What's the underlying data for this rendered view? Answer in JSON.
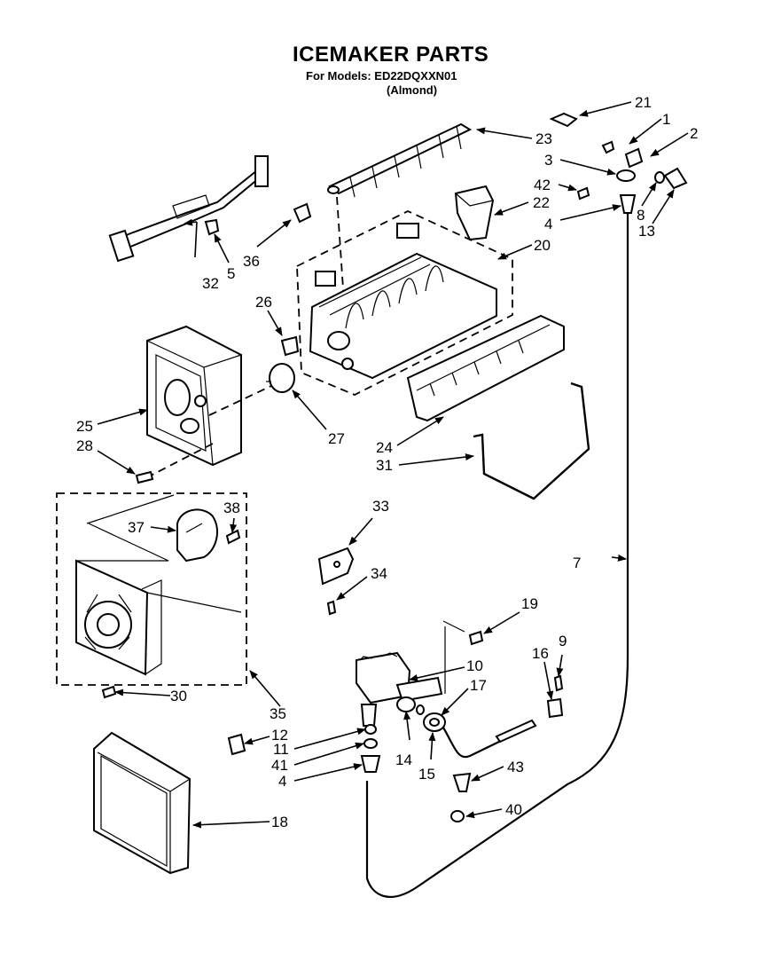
{
  "diagram": {
    "title": "ICEMAKER PARTS",
    "models_line": "For Models: ED22DQXXN01",
    "variant_line": "(Almond)",
    "callouts": [
      {
        "id": "c1",
        "text": "1"
      },
      {
        "id": "c2",
        "text": "2"
      },
      {
        "id": "c3",
        "text": "3"
      },
      {
        "id": "c4a",
        "text": "4"
      },
      {
        "id": "c4b",
        "text": "4"
      },
      {
        "id": "c5",
        "text": "5"
      },
      {
        "id": "c7",
        "text": "7"
      },
      {
        "id": "c8",
        "text": "8"
      },
      {
        "id": "c9",
        "text": "9"
      },
      {
        "id": "c10",
        "text": "10"
      },
      {
        "id": "c11",
        "text": "11"
      },
      {
        "id": "c12",
        "text": "12"
      },
      {
        "id": "c13",
        "text": "13"
      },
      {
        "id": "c14",
        "text": "14"
      },
      {
        "id": "c15",
        "text": "15"
      },
      {
        "id": "c16",
        "text": "16"
      },
      {
        "id": "c17",
        "text": "17"
      },
      {
        "id": "c18",
        "text": "18"
      },
      {
        "id": "c19",
        "text": "19"
      },
      {
        "id": "c20",
        "text": "20"
      },
      {
        "id": "c21",
        "text": "21"
      },
      {
        "id": "c22",
        "text": "22"
      },
      {
        "id": "c23",
        "text": "23"
      },
      {
        "id": "c24",
        "text": "24"
      },
      {
        "id": "c25",
        "text": "25"
      },
      {
        "id": "c26",
        "text": "26"
      },
      {
        "id": "c27",
        "text": "27"
      },
      {
        "id": "c28",
        "text": "28"
      },
      {
        "id": "c30",
        "text": "30"
      },
      {
        "id": "c31",
        "text": "31"
      },
      {
        "id": "c32",
        "text": "32"
      },
      {
        "id": "c33",
        "text": "33"
      },
      {
        "id": "c34",
        "text": "34"
      },
      {
        "id": "c35",
        "text": "35"
      },
      {
        "id": "c36",
        "text": "36"
      },
      {
        "id": "c37",
        "text": "37"
      },
      {
        "id": "c38",
        "text": "38"
      },
      {
        "id": "c40",
        "text": "40"
      },
      {
        "id": "c41",
        "text": "41"
      },
      {
        "id": "c42",
        "text": "42"
      },
      {
        "id": "c43",
        "text": "43"
      }
    ]
  }
}
